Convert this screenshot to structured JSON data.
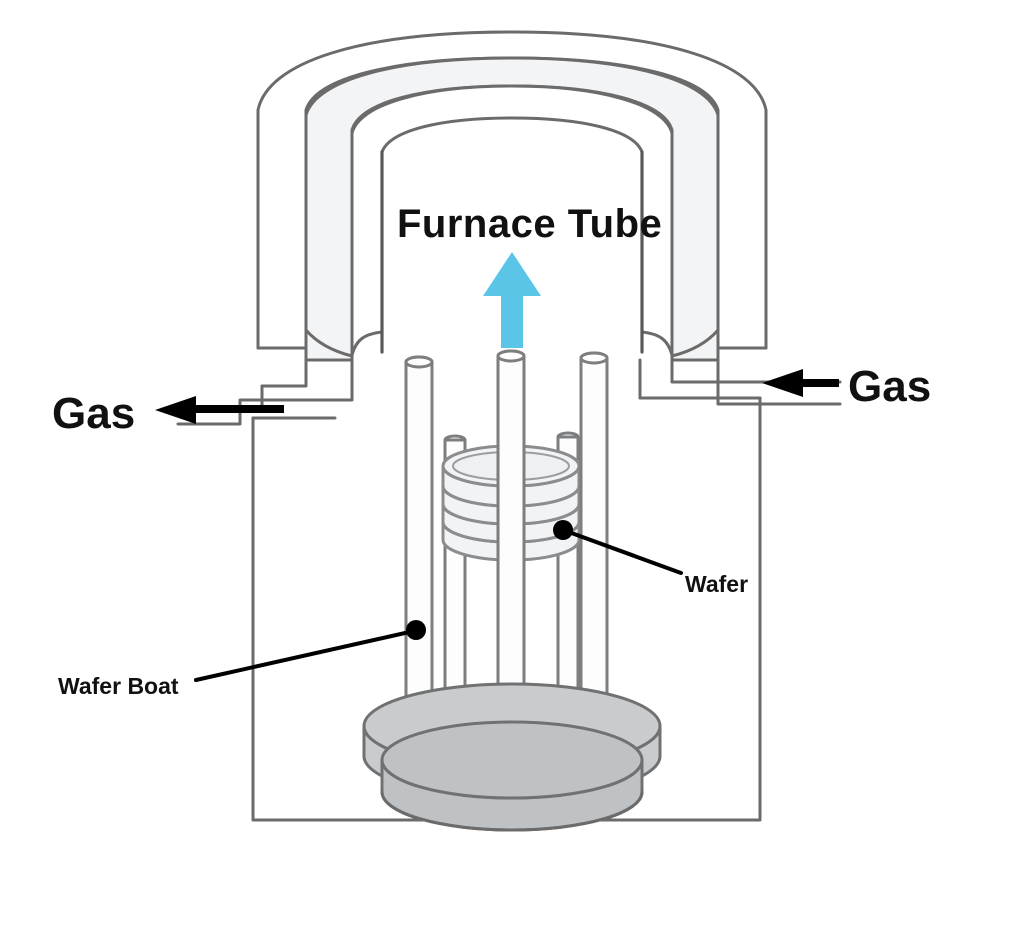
{
  "diagram": {
    "title_label": "Furnace Tube",
    "gas_outlet_label": "Gas",
    "gas_inlet_label": "Gas",
    "wafer_label": "Wafer",
    "wafer_boat_label": "Wafer Boat",
    "flow_arrow_name": "upward-gas-flow-arrow",
    "colors": {
      "flow_arrow_blue": "#5BC5E8",
      "sketch_stroke": "#6b6b6b",
      "pedestal_grey": "#c9cbcd",
      "label_black": "#111111",
      "background": "#ffffff"
    },
    "components": {
      "furnace_dome": "furnace-dome",
      "furnace_outer_wall": "furnace-outer-wall",
      "furnace_inner_wall": "furnace-inner-wall",
      "process_chamber": "process-chamber",
      "gas_inlet_pipe": "gas-inlet-pipe",
      "gas_outlet_pipe": "gas-outlet-pipe",
      "wafer_stack": "wafer-stack",
      "boat_rods": "wafer-boat-rods",
      "pedestal": "pedestal-base"
    },
    "counts": {
      "wafers": 4,
      "boat_rods": 5
    }
  }
}
